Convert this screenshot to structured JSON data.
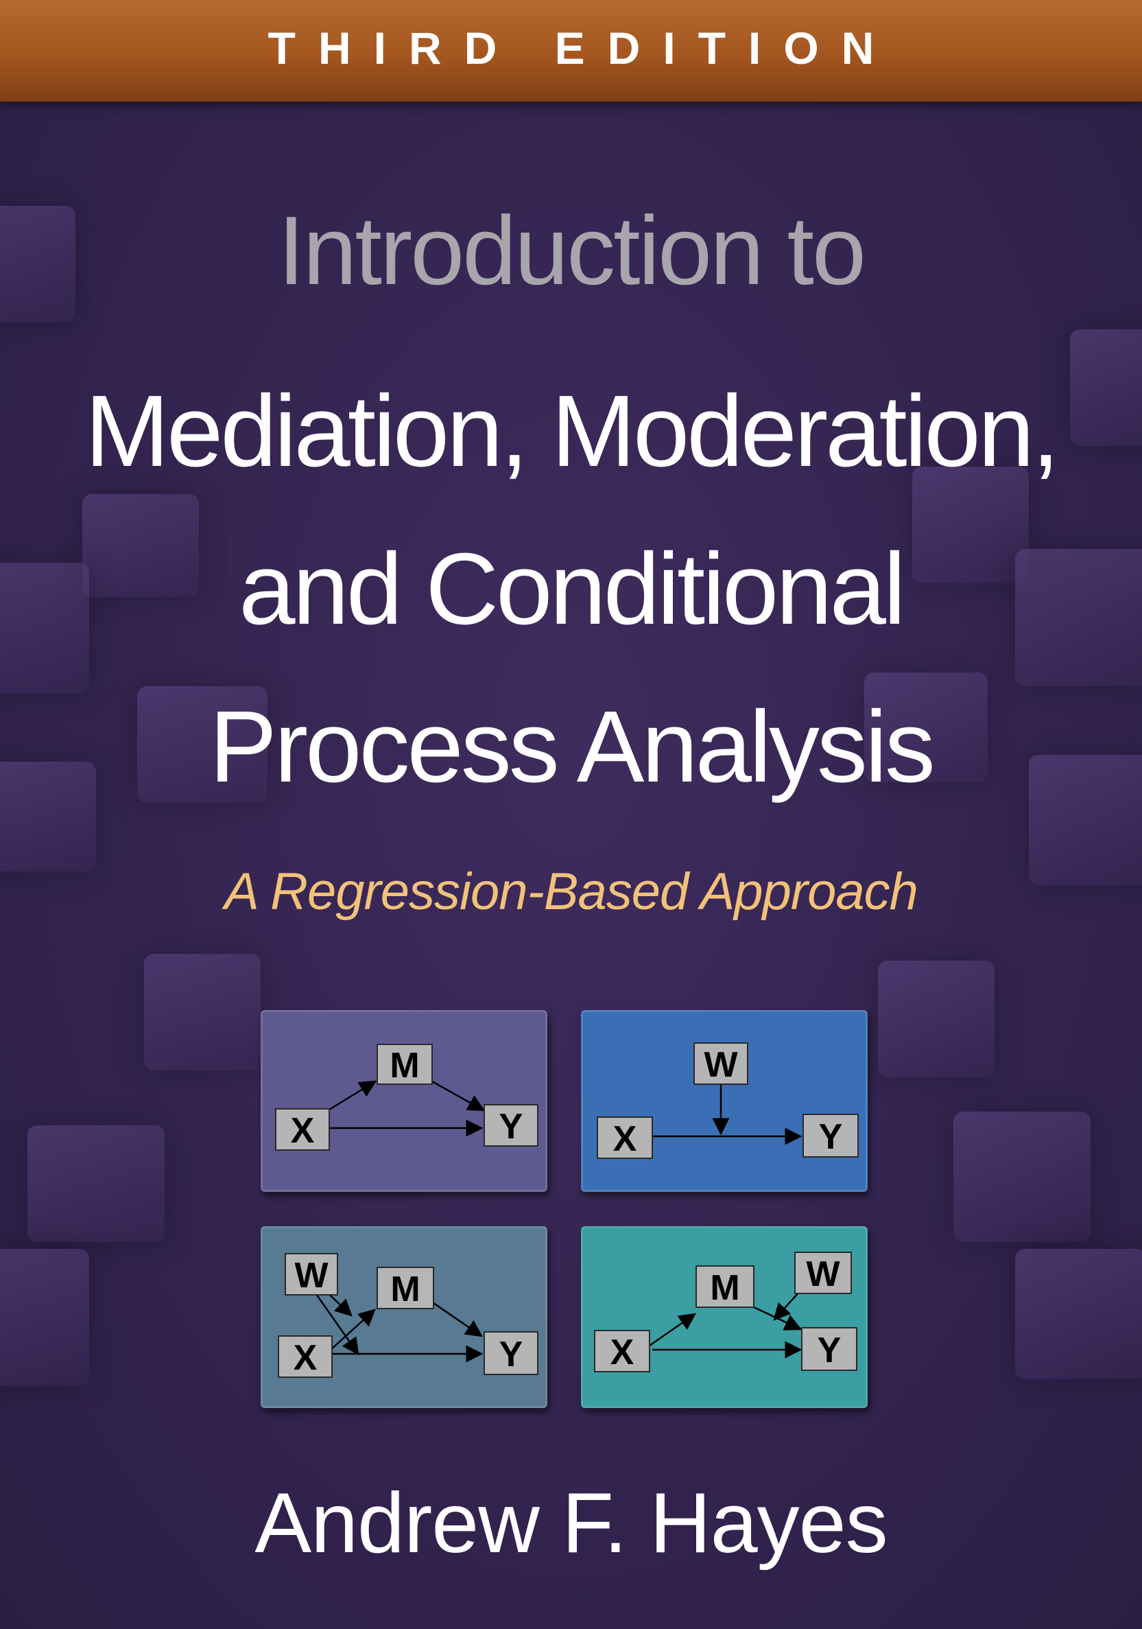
{
  "edition_label": "THIRD EDITION",
  "title": {
    "intro": "Introduction to",
    "line1": "Mediation, Moderation,",
    "line2": "and Conditional",
    "line3": "Process Analysis"
  },
  "subtitle": "A Regression-Based Approach",
  "author": "Andrew F. Hayes",
  "diagrams": [
    {
      "color": "#5e5a91",
      "nodes": {
        "m": "M",
        "x": "X",
        "y": "Y"
      }
    },
    {
      "color": "#3b6fb5",
      "nodes": {
        "w": "W",
        "x": "X",
        "y": "Y"
      }
    },
    {
      "color": "#587a93",
      "nodes": {
        "w": "W",
        "m": "M",
        "x": "X",
        "y": "Y"
      }
    },
    {
      "color": "#3a9ea2",
      "nodes": {
        "m": "M",
        "w": "W",
        "x": "X",
        "y": "Y"
      }
    }
  ],
  "colors": {
    "background": "#33244f",
    "banner": "#a4561f",
    "intro_text": "#a8a5ad",
    "subtitle_text": "#f2c27a"
  }
}
